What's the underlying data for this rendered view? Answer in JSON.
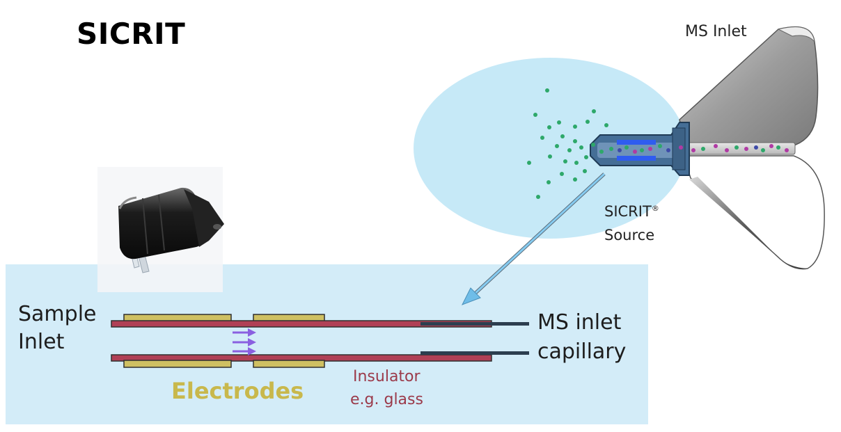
{
  "title": "SICRIT",
  "labels": {
    "ms_inlet_top": "MS Inlet",
    "sicrit_source_line1": "SICRIT",
    "sicrit_source_reg": "®",
    "sicrit_source_line2": "Source",
    "sample_inlet_line1": "Sample",
    "sample_inlet_line2": "Inlet",
    "ms_capillary_line1": "MS inlet",
    "ms_capillary_line2": "capillary",
    "electrodes": "Electrodes",
    "insulator_line1": "Insulator",
    "insulator_line2": "e.g. glass"
  },
  "colors": {
    "panel_fill": "#d3ecf8",
    "ellipse_fill": "#c6e9f7",
    "electrode": "#cfc062",
    "insulator": "#b04056",
    "capillary": "#2c3e4f",
    "arrow": "#7cc5ec",
    "flow_arrows": "#8a60e0",
    "particles": "#2ea86a"
  },
  "icons": [
    "sicrit-device-photo",
    "ms-inlet-cone",
    "flow-arrows-icon",
    "pointer-arrow-icon"
  ]
}
